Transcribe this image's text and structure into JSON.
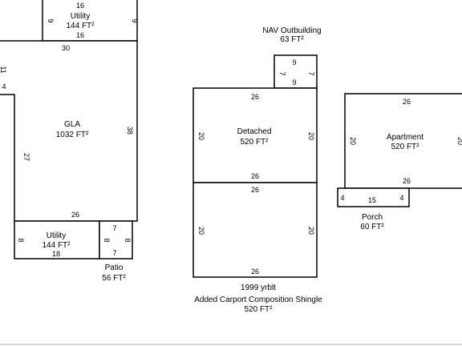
{
  "colors": {
    "line": "#000000",
    "background": "#ffffff"
  },
  "utility_top": {
    "name": "Utility",
    "area": "144 FT²",
    "dim_top": "16",
    "dim_bottom": "16",
    "dim_left": "9",
    "dim_right": "9"
  },
  "gla": {
    "name": "GLA",
    "area": "1032 FT²",
    "dim_top": "30",
    "dim_right": "38",
    "dim_left_inner": "27",
    "dim_bottom": "26",
    "dim_notch_a": "11",
    "dim_notch_b": "4"
  },
  "utility_bottom": {
    "name": "Utility",
    "area": "144 FT²",
    "dim_left": "8",
    "dim_bottom": "18"
  },
  "patio": {
    "name": "Patio",
    "area": "56 FT²",
    "dim_top": "7",
    "dim_bottom": "7",
    "dim_left": "8",
    "dim_right": "8"
  },
  "nav_outbuilding": {
    "name": "NAV Outbuilding",
    "area": "63 FT²",
    "dim_top": "9",
    "dim_bottom": "9",
    "dim_left": "7",
    "dim_right": "7"
  },
  "detached": {
    "name": "Detached",
    "area": "520 FT²",
    "dim_top": "26",
    "dim_bottom": "26",
    "dim_left": "20",
    "dim_right": "20"
  },
  "carport": {
    "line1": "1999 yrblt",
    "line2": "Added Carport Composition Shingle",
    "area": "520 FT²",
    "dim_top": "26",
    "dim_bottom": "26",
    "dim_left": "20",
    "dim_right": "20"
  },
  "apartment": {
    "name": "Apartment",
    "area": "520 FT²",
    "dim_top": "26",
    "dim_bottom": "26",
    "dim_left": "20",
    "dim_right": "20"
  },
  "porch": {
    "name": "Porch",
    "area": "60 FT²",
    "dim_len": "15",
    "dim_left": "4",
    "dim_right": "4"
  }
}
